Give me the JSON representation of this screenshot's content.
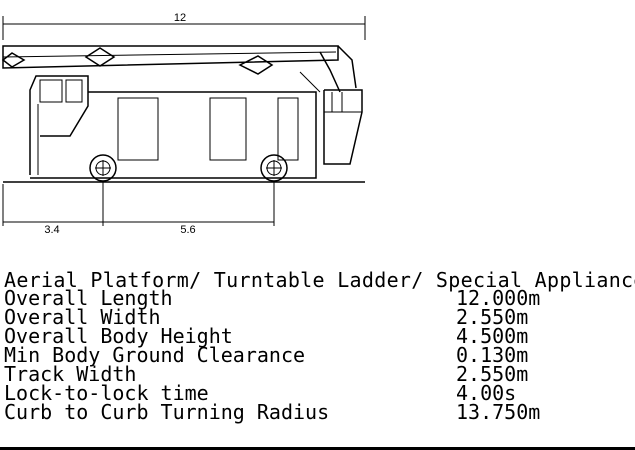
{
  "dimensions": {
    "overall_length": "12",
    "front_overhang": "3.4",
    "wheelbase": "5.6"
  },
  "specs": {
    "title": "Aerial Platform/ Turntable Ladder/ Special Appliance",
    "rows": [
      {
        "label": "Overall Length",
        "value": "12.000m"
      },
      {
        "label": "Overall Width",
        "value": "2.550m"
      },
      {
        "label": "Overall Body Height",
        "value": "4.500m"
      },
      {
        "label": "Min Body Ground Clearance",
        "value": "0.130m"
      },
      {
        "label": "Track Width",
        "value": "2.550m"
      },
      {
        "label": "Lock-to-lock time",
        "value": "4.00s"
      },
      {
        "label": "Curb to Curb Turning Radius",
        "value": "13.750m"
      }
    ]
  }
}
